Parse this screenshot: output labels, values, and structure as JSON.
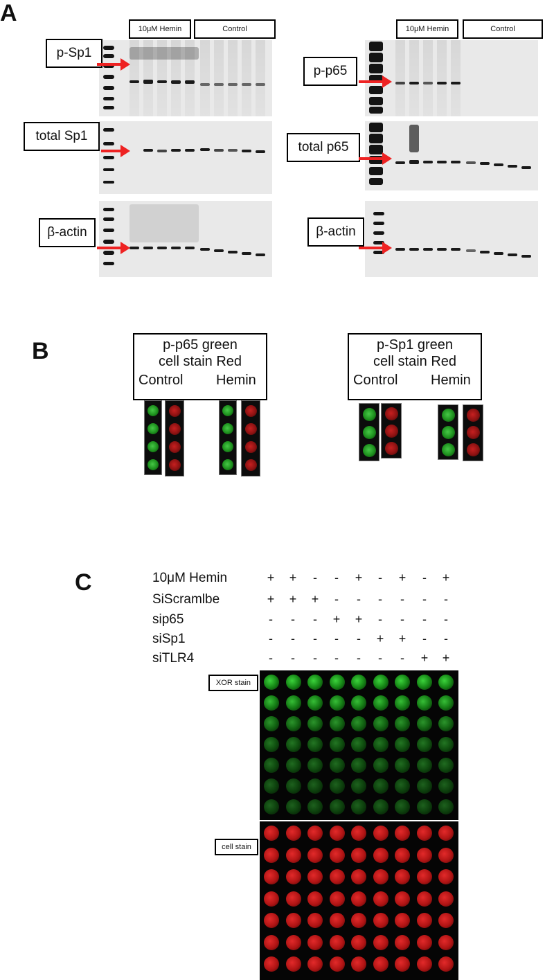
{
  "panels": {
    "a": "A",
    "b": "B",
    "c": "C"
  },
  "panel_a": {
    "left": {
      "treatment_label": "10μM Hemin",
      "control_label": "Control",
      "rows": [
        "p-Sp1",
        "total Sp1",
        "β-actin"
      ]
    },
    "right": {
      "treatment_label": "10μM Hemin",
      "control_label": "Control",
      "rows": [
        "p-p65",
        "total p65",
        "β-actin"
      ]
    }
  },
  "panel_b": {
    "left": {
      "line1": "p-p65 green",
      "line2": "cell stain Red",
      "control": "Control",
      "treatment": "Hemin"
    },
    "right": {
      "line1": "p-Sp1 green",
      "line2": "cell stain Red",
      "control": "Control",
      "treatment": "Hemin"
    }
  },
  "panel_c": {
    "conditions": [
      {
        "label": "10μM Hemin",
        "signs": [
          "+",
          "+",
          "-",
          "-",
          "+",
          "-",
          "+",
          "-",
          "+"
        ]
      },
      {
        "label": "SiScramlbe",
        "signs": [
          "+",
          "+",
          "+",
          "-",
          "-",
          "-",
          "-",
          "-",
          "-"
        ]
      },
      {
        "label": "sip65",
        "signs": [
          "-",
          "-",
          "-",
          "+",
          "+",
          "-",
          "-",
          "-",
          "-"
        ]
      },
      {
        "label": "siSp1",
        "signs": [
          "-",
          "-",
          "-",
          "-",
          "-",
          "+",
          "+",
          "-",
          "-"
        ]
      },
      {
        "label": "siTLR4",
        "signs": [
          "-",
          "-",
          "-",
          "-",
          "-",
          "-",
          "-",
          "+",
          "+"
        ]
      }
    ],
    "xor_label": "XOR stain",
    "cell_label": "cell stain"
  },
  "colors": {
    "arrow": "#ee2222",
    "green_stain": "#2fb52f",
    "red_stain": "#c01818"
  }
}
